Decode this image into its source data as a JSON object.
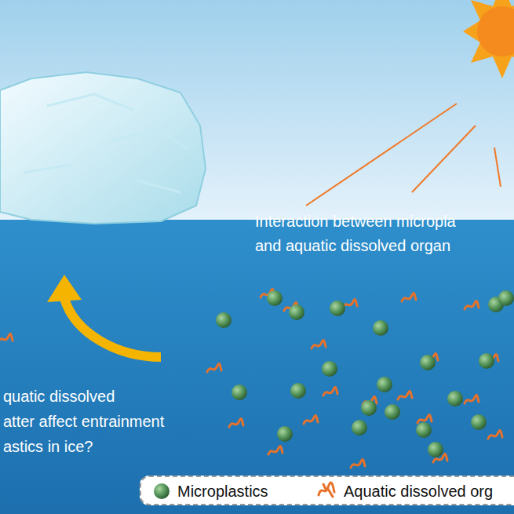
{
  "diagram": {
    "labels": [
      "Interaction between micropla",
      "and aquatic dissolved organ",
      "quatic dissolved",
      "atter affect entrainment",
      "astics in ice?"
    ],
    "legend": [
      {
        "text": "Microplastics"
      },
      {
        "text": "Aquatic dissolved org"
      }
    ]
  }
}
